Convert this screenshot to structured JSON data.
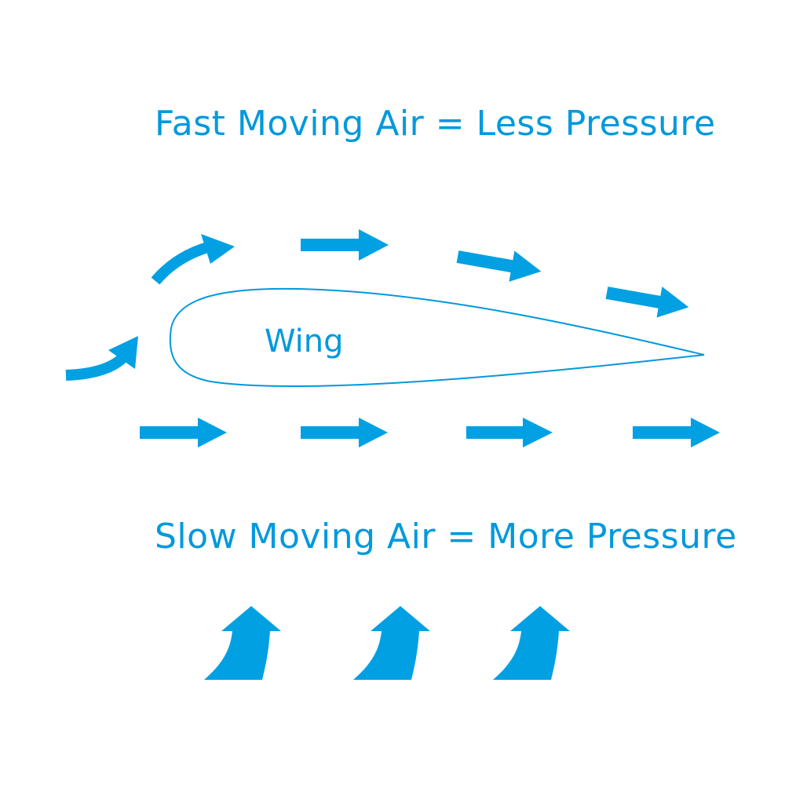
{
  "colors": {
    "arrow": "#00a0e3",
    "text": "#0099dd",
    "wing_outline": "#0099dd",
    "background": "#ffffff"
  },
  "top_label": "Fast Moving Air = Less Pressure",
  "wing_label": "Wing",
  "bottom_label": "Slow Moving Air = More Pressure"
}
